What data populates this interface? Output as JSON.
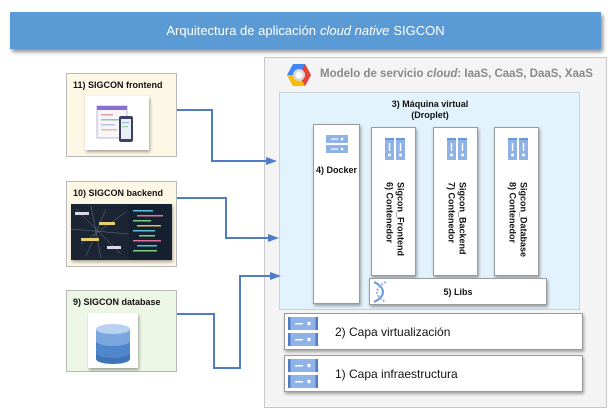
{
  "title": {
    "prefix": "Arquitectura de aplicación",
    "italic": "cloud native",
    "suffix": "SIGCON"
  },
  "colors": {
    "title_bar": "#5b9bd5",
    "arrow": "#4f7cc4",
    "vm_area": "#e3f3fd",
    "frontend_box": "#fdf7e6",
    "backend_box": "#fdf7e6",
    "database_box": "#eef6e6"
  },
  "cloud_model": {
    "prefix": "Modelo de servicio",
    "italic": "cloud",
    "suffix": ": IaaS, CaaS, DaaS, XaaS",
    "icon": "google-cloud-icon"
  },
  "vm": {
    "line1": "3) Máquina virtual",
    "line2": "(Droplet)"
  },
  "docker": {
    "label": "4) Docker",
    "icon": "server-icon"
  },
  "containers": [
    {
      "line1": "6) Contenedor",
      "line2": "Sigcon_Frontend",
      "icon": "container-icon"
    },
    {
      "line1": "7) Contenedor",
      "line2": "Sigcon_Backend",
      "icon": "container-icon"
    },
    {
      "line1": "8) Contenedor",
      "line2": "Sigcon_Database",
      "icon": "container-icon"
    }
  ],
  "libs": {
    "label": "5) Libs",
    "icon": "dna-icon"
  },
  "layers": [
    {
      "label": "2) Capa virtualización",
      "icon": "server-icon"
    },
    {
      "label": "1) Capa infraestructura",
      "icon": "server-icon"
    }
  ],
  "sources": [
    {
      "label": "11) SIGCON frontend",
      "icon": "web-mobile-icon"
    },
    {
      "label": "10) SIGCON backend",
      "icon": "code-screenshot"
    },
    {
      "label": "9) SIGCON database",
      "icon": "database-icon"
    }
  ]
}
